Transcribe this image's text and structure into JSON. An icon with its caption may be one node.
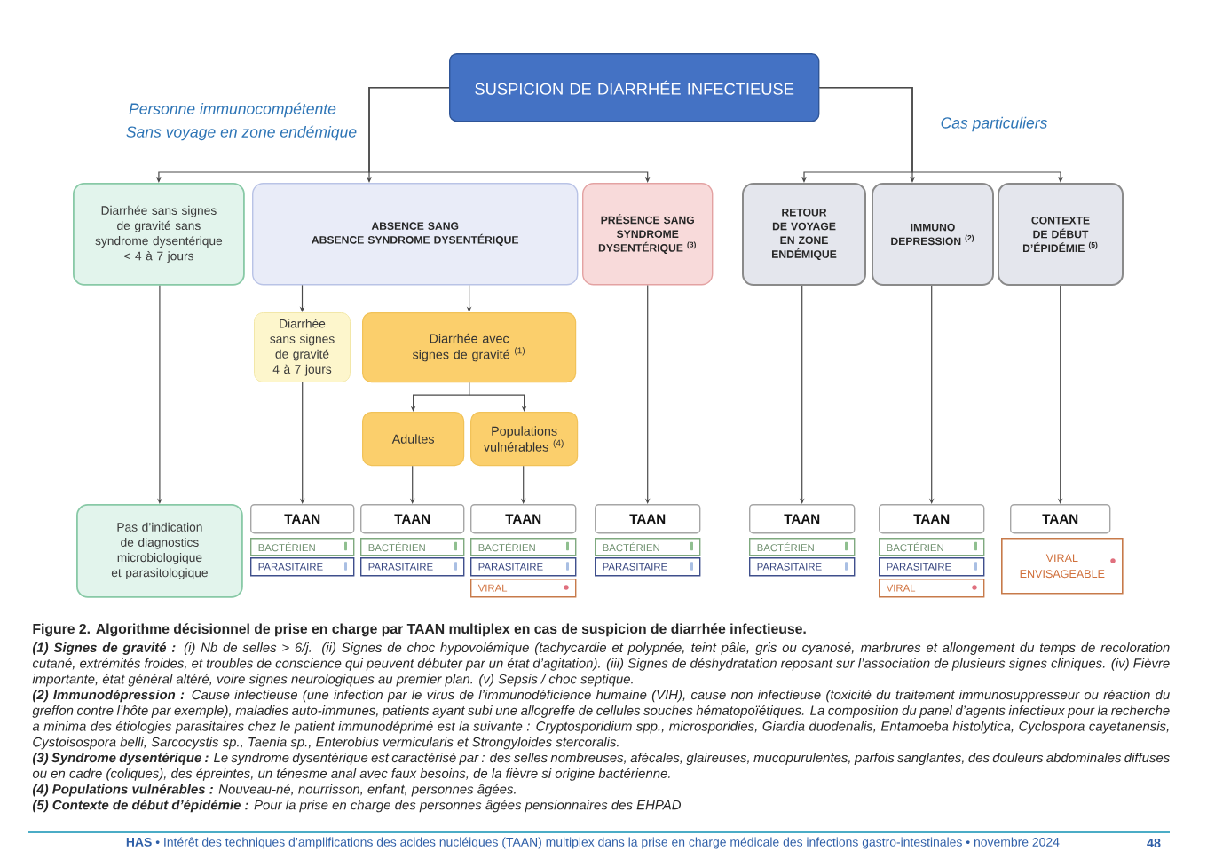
{
  "diagram": {
    "caption": "Figure 2. Algorithme décisionnel de prise en charge par TAAN multiplex en cas de suspicion de diarrhée infectieuse.",
    "nodes": [
      {
        "text": [
          "SUSPICION DE DIARRHÉE INFECTIEUSE"
        ]
      },
      {
        "text": [
          "Diarrhée sans signes de gravité sans syndrome dysentérique < 4 à 7 jours"
        ]
      },
      {
        "text": [
          "ABSENCE SANG",
          "ABSENCE SYNDROME DYSENTÉRIQUE"
        ]
      },
      {
        "text": [
          "PRÉSENCE SANG SYNDROME DYSENTÉRIQUE $^{(3)}$"
        ]
      },
      {
        "text": [
          "RETOUR DE VOYAGE EN ZONE ENDÉMIQUE"
        ]
      },
      {
        "text": [
          "IMMUNO DEPRESSION $^{(2)}$"
        ]
      },
      {
        "text": [
          "CONTEXTE DE DÉBUT D’ÉPIDÉMIE $^{(5)}$"
        ]
      },
      {
        "text": [
          "Diarrhée sans signes de gravité 4 à 7 jours"
        ]
      },
      {
        "text": [
          "Diarrhée avec signes de gravité $^{(1)}$"
        ]
      },
      {
        "text": [
          "Adultes"
        ]
      },
      {
        "text": [
          "Populations vulnérables $^{(4)}$"
        ]
      },
      {
        "text": [
          "Pas d’indication de diagnostics microbiologique et parasitologique"
        ]
      },
      {
        "text": [
          "TAAN"
        ]
      },
      {
        "text": [
          "BACTÉRIEN"
        ]
      },
      {
        "text": [
          "PARASITAIRE"
        ]
      },
      {
        "text": [
          "TAAN"
        ]
      },
      {
        "text": [
          "BACTÉRIEN"
        ]
      },
      {
        "text": [
          "PARASITAIRE"
        ]
      },
      {
        "text": [
          "TAAN"
        ]
      },
      {
        "text": [
          "BACTÉRIEN"
        ]
      },
      {
        "text": [
          "PARASITAIRE"
        ]
      },
      {
        "text": [
          "VIRAL"
        ]
      },
      {
        "text": [
          "TAAN"
        ]
      },
      {
        "text": [
          "BACTÉRIEN"
        ]
      },
      {
        "text": [
          "PARASITAIRE"
        ]
      },
      {
        "text": [
          "TAAN"
        ]
      },
      {
        "text": [
          "BACTÉRIEN"
        ]
      },
      {
        "text": [
          "PARASITAIRE"
        ]
      },
      {
        "text": [
          "TAAN"
        ]
      },
      {
        "text": [
          "BACTÉRIEN"
        ]
      },
      {
        "text": [
          "PARASITAIRE"
        ]
      },
      {
        "text": [
          "VIRAL"
        ]
      },
      {
        "text": [
          "TAAN"
        ]
      },
      {
        "text": [
          "VIRAL ENVISAGEABLE"
        ]
      }
    ],
    "edges": [
      {
        "from": 0,
        "to": 1,
        "arrow": "to"
      },
      {
        "from": 0,
        "to": 2,
        "arrow": "to"
      },
      {
        "from": 0,
        "to": 3,
        "arrow": "to"
      },
      {
        "from": 0,
        "to": 4,
        "arrow": "to"
      },
      {
        "from": 0,
        "to": 5,
        "arrow": "to"
      },
      {
        "from": 0,
        "to": 6,
        "arrow": "to"
      },
      {
        "from": 1,
        "to": 11,
        "arrow": "to"
      },
      {
        "from": 2,
        "to": 7,
        "arrow": "to"
      },
      {
        "from": 2,
        "to": 8,
        "arrow": "to"
      },
      {
        "from": 7,
        "to": 12,
        "arrow": "to"
      },
      {
        "from": 8,
        "to": 9,
        "arrow": "to"
      },
      {
        "from": 8,
        "to": 10,
        "arrow": "to"
      },
      {
        "from": 9,
        "to": 15,
        "arrow": "to"
      },
      {
        "from": 10,
        "to": 18,
        "arrow": "to"
      },
      {
        "from": 3,
        "to": 22,
        "arrow": "to"
      },
      {
        "from": 4,
        "to": 25,
        "arrow": "to"
      },
      {
        "from": 5,
        "to": 28,
        "arrow": "to"
      },
      {
        "from": 6,
        "to": 32,
        "arrow": "to"
      }
    ],
    "labels": [
      "Personne immunocompétente",
      "Sans voyage en zone endémique",
      "Cas particuliers",
      "**(1) Signes de gravité :** (i) Nb de selles > 6/j. (ii) Signes de choc hypovolémique (tachycardie et polypnée, teint pâle, gris ou cyanosé, marbrures et allongement du temps de recoloration cutané, extrémités froides, et troubles de conscience qui peuvent débuter par un état d’agitation). (iii) Signes de déshydratation reposant sur l’association de plusieurs signes cliniques. (iv) Fièvre importante, état général altéré, voire signes neurologiques au premier plan. (v) Sepsis / choc septique.",
      "**(2) Immunodépression :** Cause infectieuse (une infection par le virus de l’immunodéficience humaine (VIH), cause non infectieuse (toxicité du traitement immunosuppresseur ou réaction du greffon contre l’hôte par exemple), maladies auto-immunes, patients ayant subi une allogreffe de cellules souches hématopoïétiques. La composition du panel d’agents infectieux pour la recherche a minima des étiologies parasitaires chez le patient immunodéprimé est la suivante : Cryptosporidium spp., microsporidies, Giardia duodenalis, Entamoeba histolytica, Cyclospora cayetanensis, Cystoisospora belli, Sarcocystis sp., Taenia sp., Enterobius vermicularis et Strongyloides stercoralis.",
      "**(3) Syndrome dysentérique :** Le syndrome dysentérique est caractérisé par : des selles nombreuses, afécales, glaireuses, mucopurulentes, parfois sanglantes, des douleurs abdominales diffuses ou en cadre (coliques), des épreintes, un ténesme anal avec faux besoins, de la fièvre si origine bactérienne.",
      "**(4) Populations vulnérables :** Nouveau-né, nourrisson, enfant, personnes âgées.",
      "**(5) Contexte de début d’épidémie :** Pour la prise en charge des personnes âgées pensionnaires des EHPAD",
      "**HAS** • Intérêt des techniques d’amplifications des acides nucléiques (TAAN) multiplex dans la prise en charge médicale des infections gastro-intestinales • novembre 2024",
      "48"
    ]
  }
}
